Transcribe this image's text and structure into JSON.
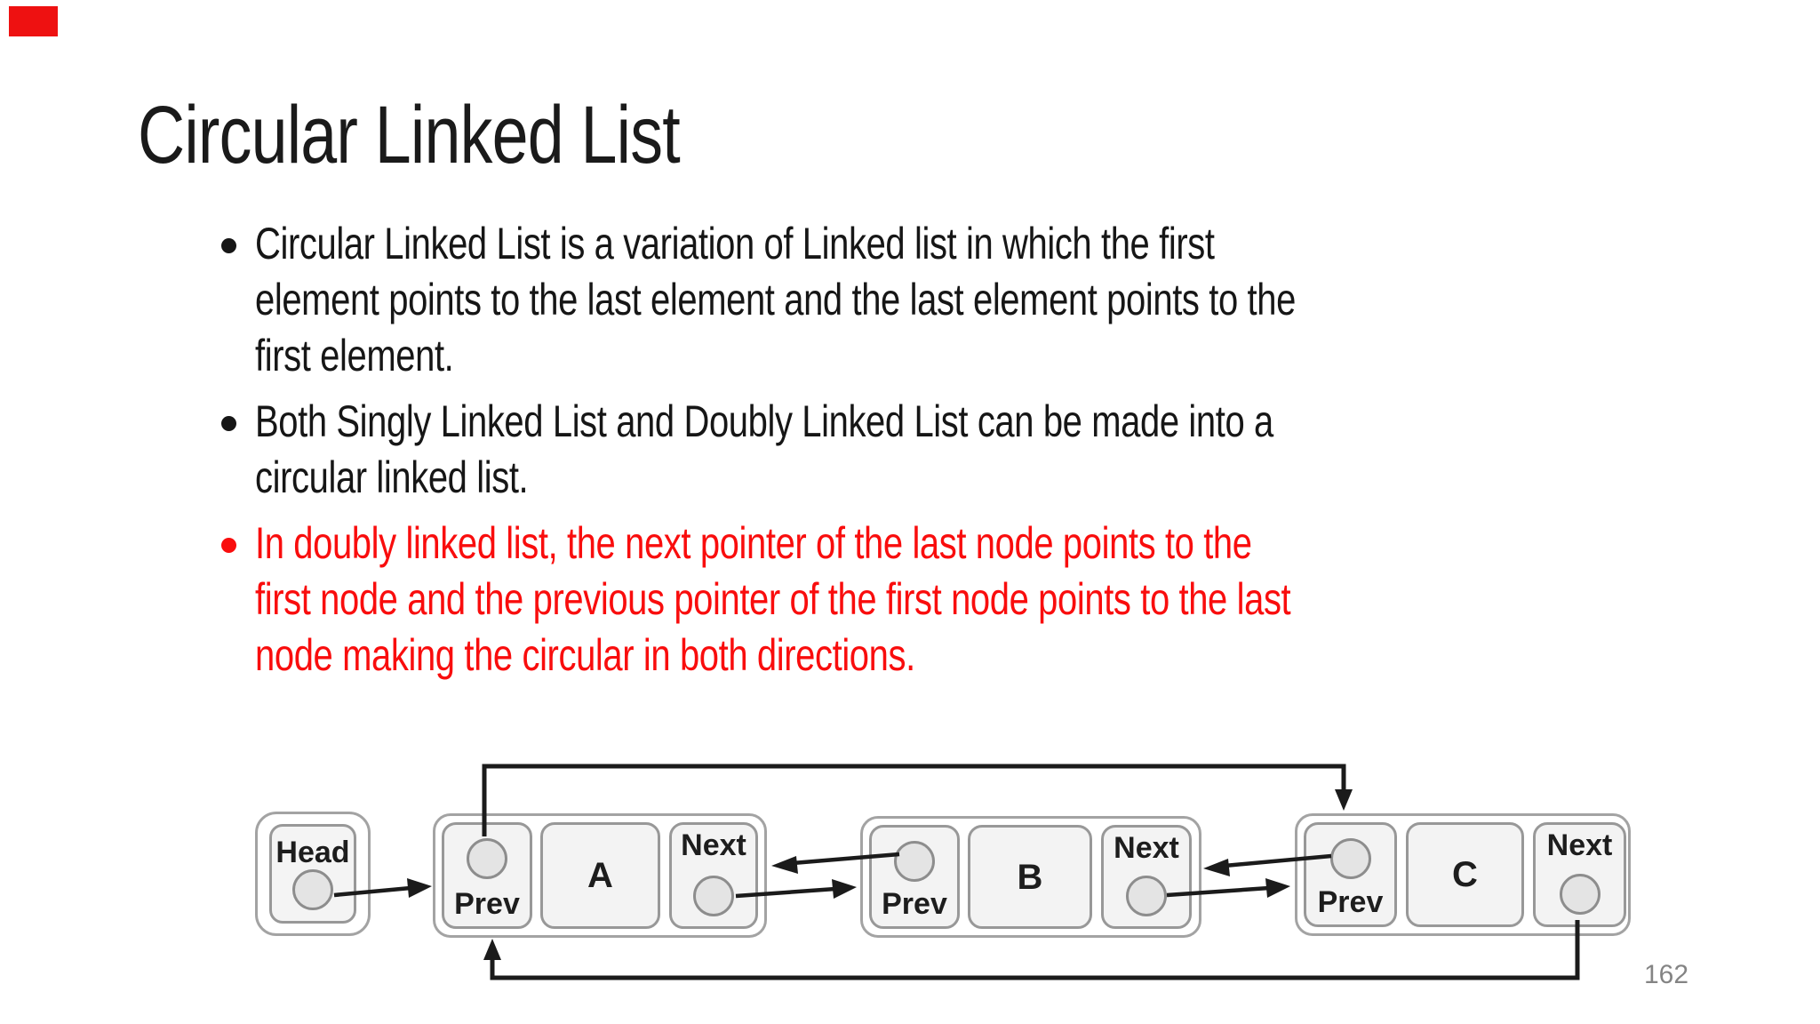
{
  "slide": {
    "title": "Circular Linked List",
    "page_number": "162",
    "accent_red": "#f90d0d"
  },
  "bullets": [
    {
      "lines": [
        "Circular Linked List is a variation of Linked list in which the first",
        "element points to the last element and the last element points to the",
        "first element."
      ]
    },
    {
      "lines": [
        "Both Singly Linked List and Doubly Linked List can be made into a",
        "circular linked list."
      ]
    },
    {
      "lines": [
        "In doubly linked list, the next pointer of the last node points to the",
        "first node and the previous pointer of the first node points to the last",
        "node making the circular in both directions."
      ]
    }
  ],
  "diagram": {
    "head_label": "Head",
    "nodes": [
      {
        "prev_label": "Prev",
        "value": "A",
        "next_label": "Next"
      },
      {
        "prev_label": "Prev",
        "value": "B",
        "next_label": "Next"
      },
      {
        "prev_label": "Prev",
        "value": "C",
        "next_label": "Next"
      }
    ]
  }
}
